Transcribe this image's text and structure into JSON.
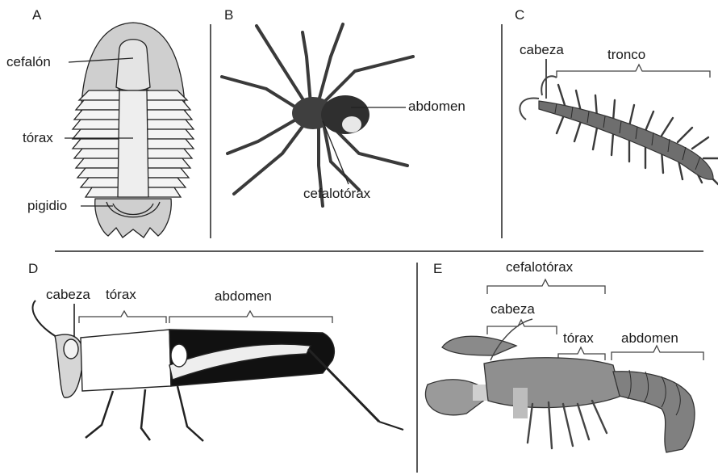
{
  "panels": {
    "A": {
      "letter": "A",
      "labels": {
        "cephalon": "cefalón",
        "thorax": "tórax",
        "pygidium": "pigidio"
      }
    },
    "B": {
      "letter": "B",
      "labels": {
        "abdomen": "abdomen",
        "cephalothorax": "cefalotórax"
      }
    },
    "C": {
      "letter": "C",
      "labels": {
        "head": "cabeza",
        "trunk": "tronco"
      }
    },
    "D": {
      "letter": "D",
      "labels": {
        "head": "cabeza",
        "thorax": "tórax",
        "abdomen": "abdomen"
      }
    },
    "E": {
      "letter": "E",
      "labels": {
        "cephalothorax": "cefalotórax",
        "head": "cabeza",
        "thorax": "tórax",
        "abdomen": "abdomen"
      }
    }
  },
  "colors": {
    "ink": "#1a1a1a",
    "shell": "#cfcfcf",
    "dark": "#4a4a4a",
    "lobster": "#8a8a8a"
  }
}
